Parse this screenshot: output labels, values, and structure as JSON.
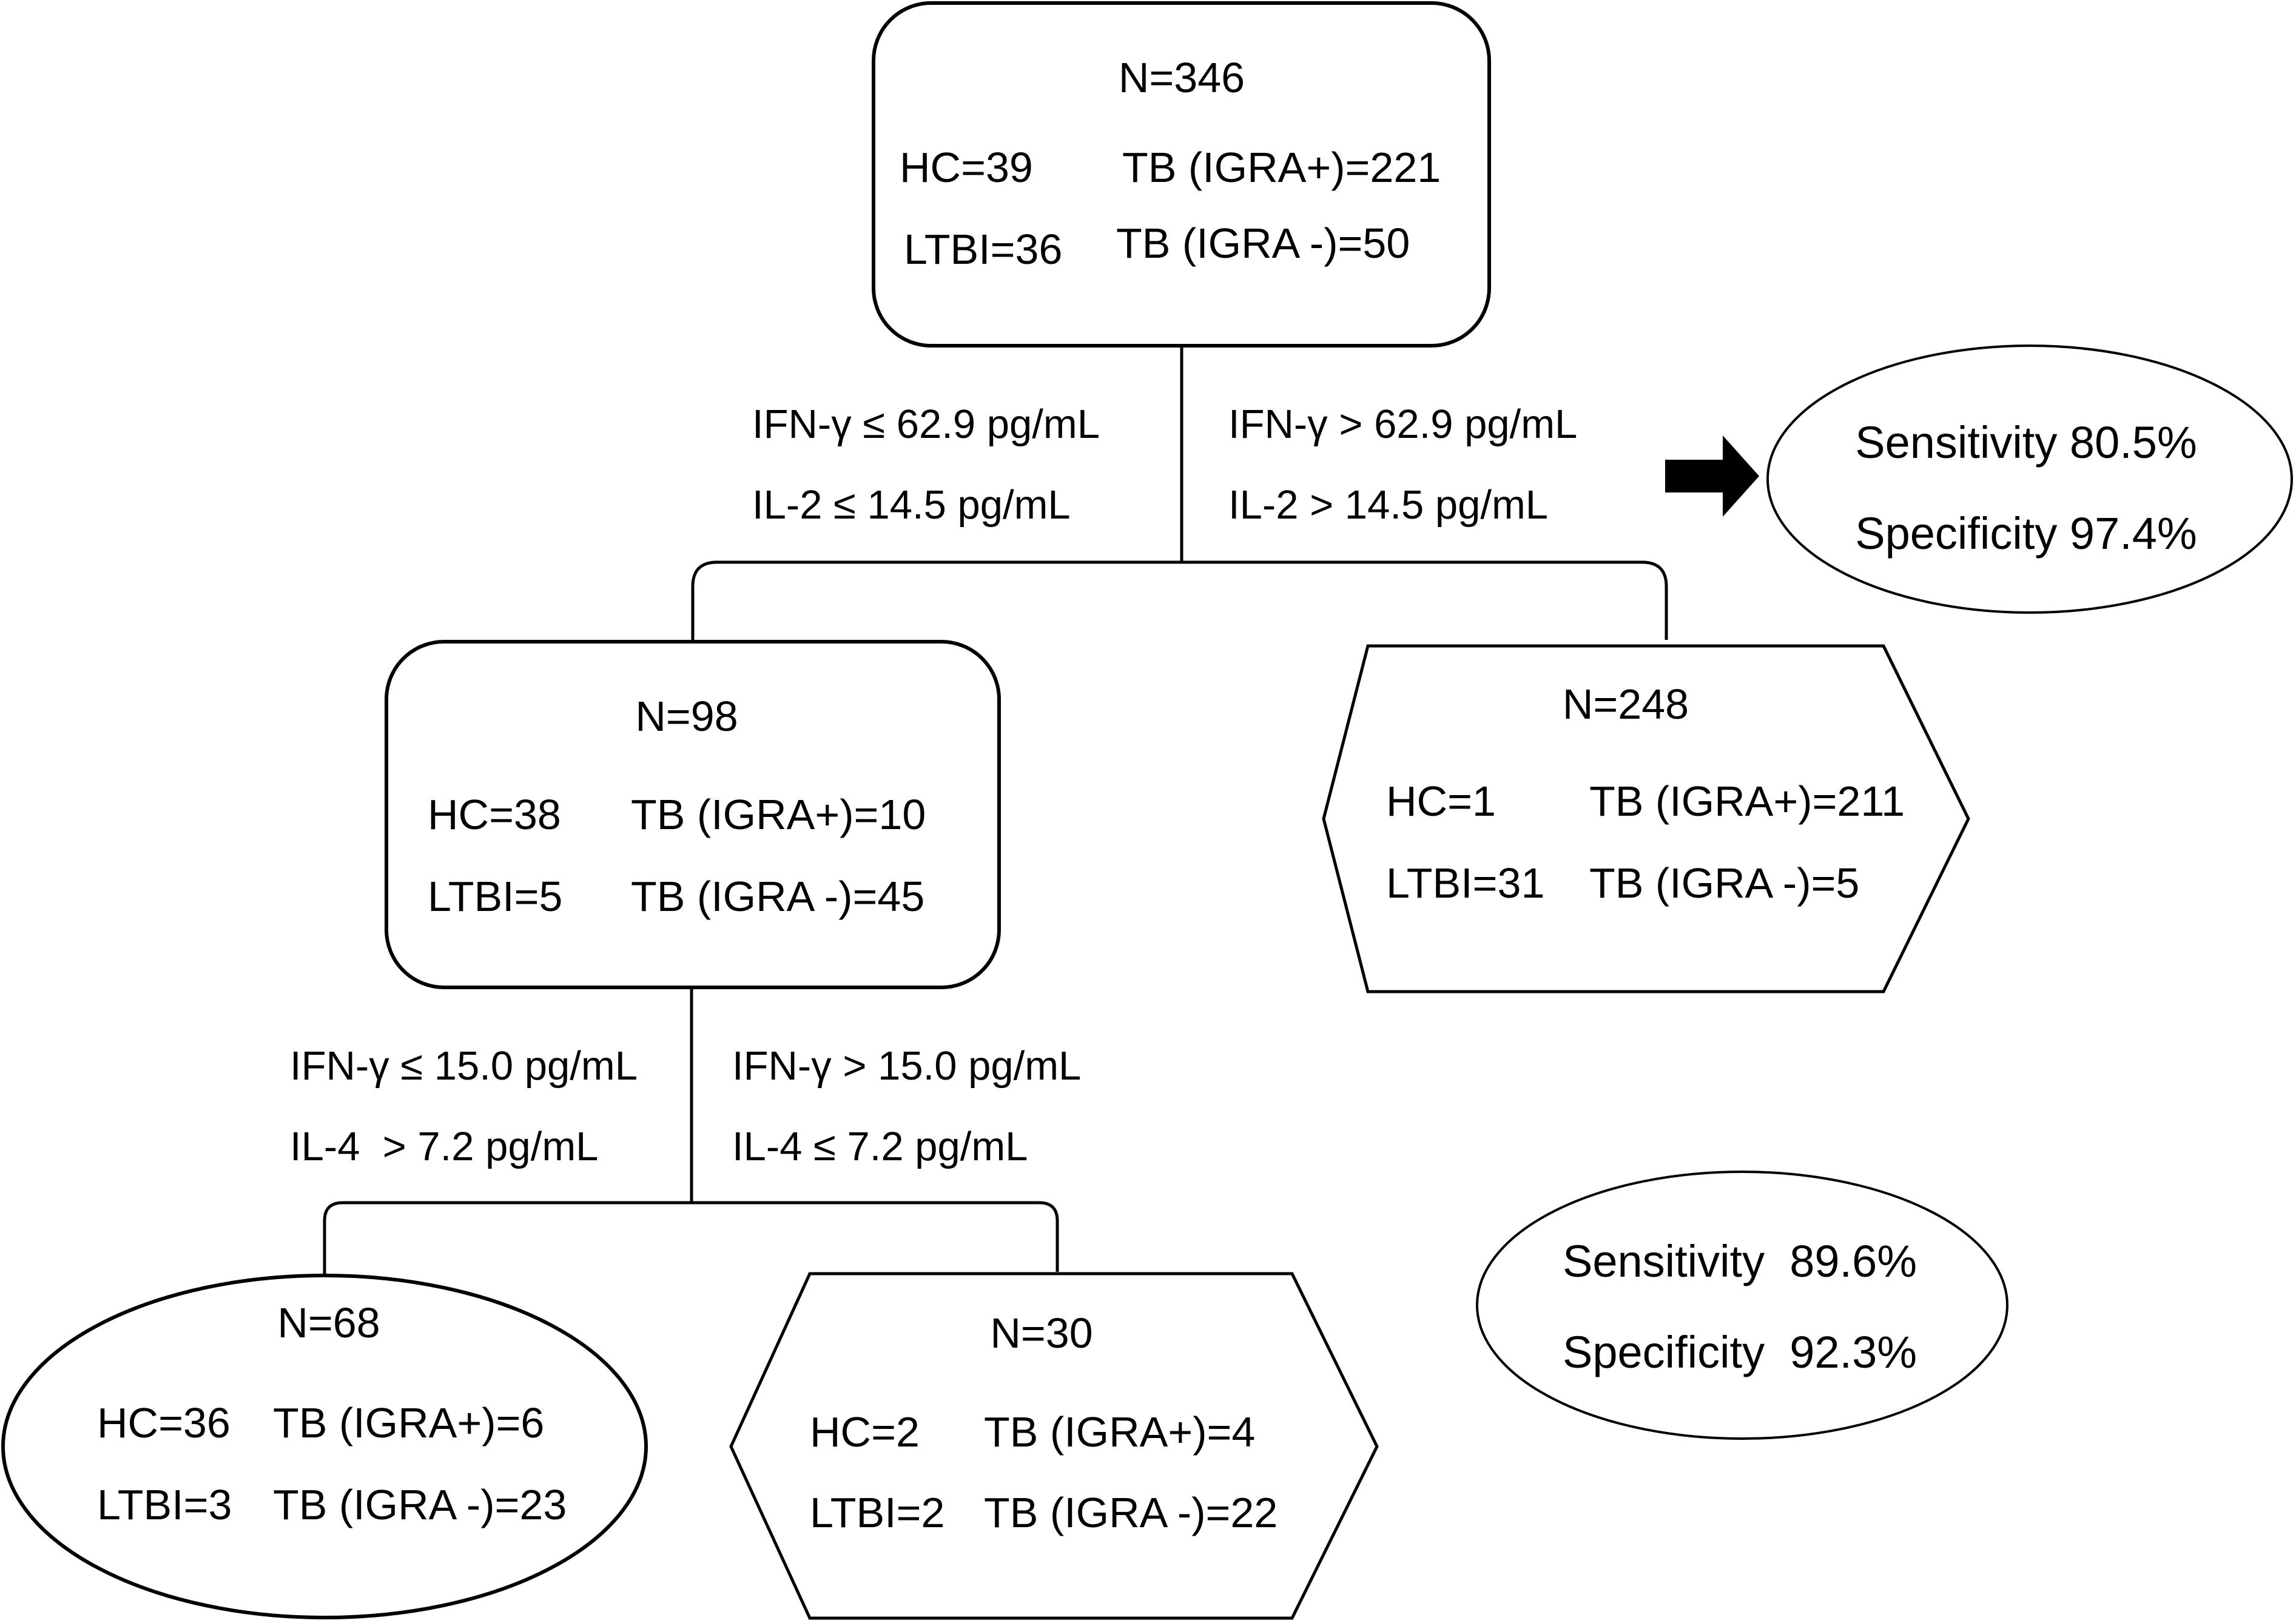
{
  "nodes": {
    "root": {
      "n": "N=346",
      "r1c1": "HC=39",
      "r1c2": "TB (IGRA+)=221",
      "r2c1": "LTBI=36",
      "r2c2": "TB (IGRA -)=50"
    },
    "left1": {
      "n": "N=98",
      "r1c1": "HC=38",
      "r1c2": "TB (IGRA+)=10",
      "r2c1": "LTBI=5",
      "r2c2": "TB (IGRA -)=45"
    },
    "right1": {
      "n": "N=248",
      "r1c1": "HC=1",
      "r1c2": "TB (IGRA+)=211",
      "r2c1": "LTBI=31",
      "r2c2": "TB (IGRA -)=5"
    },
    "left2": {
      "n": "N=68",
      "r1c1": "HC=36",
      "r1c2": "TB (IGRA+)=6",
      "r2c1": "LTBI=3",
      "r2c2": "TB (IGRA -)=23"
    },
    "right2": {
      "n": "N=30",
      "r1c1": "HC=2",
      "r1c2": "TB (IGRA+)=4",
      "r2c1": "LTBI=2",
      "r2c2": "TB (IGRA -)=22"
    }
  },
  "splits": {
    "split1": {
      "left_line1": "IFN-γ ≤ 62.9 pg/mL",
      "left_line2": "IL-2 ≤ 14.5 pg/mL",
      "right_line1": "IFN-γ > 62.9 pg/mL",
      "right_line2": "IL-2 > 14.5 pg/mL"
    },
    "split2": {
      "left_line1": "IFN-γ ≤ 15.0 pg/mL",
      "left_line2": "IL-4  > 7.2 pg/mL",
      "right_line1": "IFN-γ > 15.0 pg/mL",
      "right_line2": "IL-4 ≤ 7.2 pg/mL"
    }
  },
  "metrics": {
    "first": {
      "sensitivity": "Sensitivity 80.5%",
      "specificity": "Specificity 97.4%"
    },
    "final": {
      "sensitivity": "Sensitivity  89.6%",
      "specificity": "Specificity  92.3%"
    }
  }
}
